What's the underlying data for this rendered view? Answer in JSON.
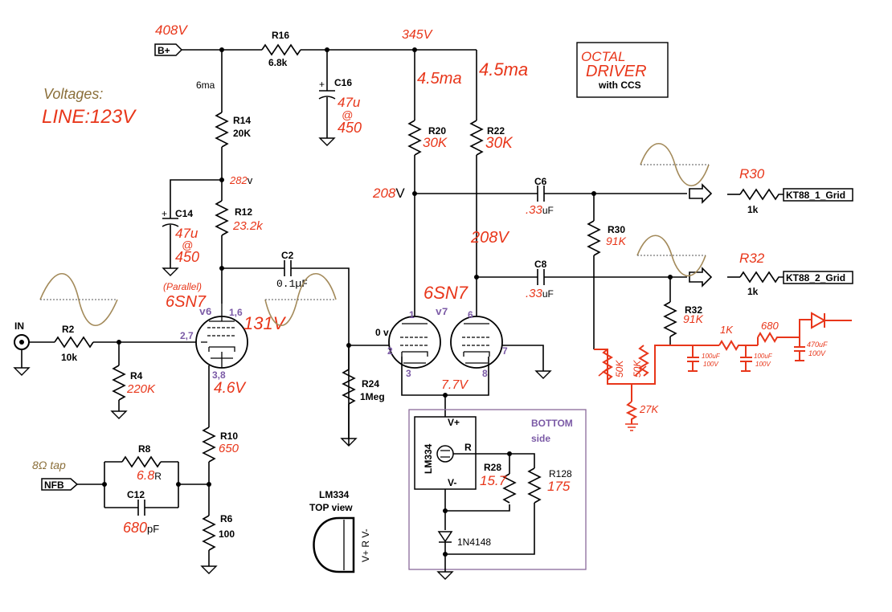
{
  "title": {
    "line1": "OCTAL",
    "line2": "DRIVER",
    "line3": "with CCS"
  },
  "supply": {
    "label": "B+",
    "voltage": "408V",
    "mid_voltage": "345V",
    "current_a": "6ma",
    "current_b": "4.5ma",
    "current_c": "4.5ma"
  },
  "notes": {
    "voltages_heading": "Voltages:",
    "line_voltage": "LINE:123V",
    "tap": "8Ω tap",
    "nfb": "NFB",
    "input": "IN"
  },
  "resistors": {
    "r16": {
      "name": "R16",
      "value": "6.8k"
    },
    "r14": {
      "name": "R14",
      "value": "20K"
    },
    "r12": {
      "name": "R12",
      "value": "23.2k"
    },
    "r20": {
      "name": "R20",
      "value": "30K"
    },
    "r22": {
      "name": "R22",
      "value": "30K"
    },
    "r2": {
      "name": "R2",
      "value": "10k"
    },
    "r4": {
      "name": "R4",
      "value": "220K"
    },
    "r24": {
      "name": "R24",
      "value": "1Meg"
    },
    "r10": {
      "name": "R10",
      "value": "650"
    },
    "r6": {
      "name": "R6",
      "value": "100"
    },
    "r8": {
      "name": "R8",
      "value": "6.8"
    },
    "r8_suffix": "R",
    "r30": {
      "name": "R30",
      "value": "91K"
    },
    "r32": {
      "name": "R32",
      "value": "91K"
    },
    "r28": {
      "name": "R28",
      "value": "15.7"
    },
    "r128": {
      "name": "R128",
      "value": "175"
    },
    "r30_out": {
      "name": "R30",
      "value": "1k"
    },
    "r32_out": {
      "name": "R32",
      "value": "1k"
    }
  },
  "capacitors": {
    "c16": {
      "name": "C16",
      "value_a": "47u",
      "value_b": "@",
      "value_c": "450"
    },
    "c14": {
      "name": "C14",
      "value_a": "47u",
      "value_b": "@",
      "value_c": "450"
    },
    "c2": {
      "name": "C2",
      "value": "0.1µF"
    },
    "c6": {
      "name": "C6",
      "value": ".33",
      "unit": "uF"
    },
    "c8": {
      "name": "C8",
      "value": ".33",
      "unit": "uF"
    },
    "c12": {
      "name": "C12",
      "value": "680",
      "unit": "pF"
    }
  },
  "nodes": {
    "v282": "282",
    "v282_unit": "v",
    "v208a": "208",
    "v208a_unit": "V",
    "v208b": "208V",
    "v131": "131V",
    "v46": "4.6V",
    "v0": "0 v",
    "v77": "7.7V"
  },
  "tubes": {
    "v6": {
      "name": "v6",
      "type": "6SN7",
      "note": "(Parallel)",
      "pin_a": "1,6",
      "pin_g": "2,7",
      "pin_k": "3,8"
    },
    "v7": {
      "name": "v7",
      "type": "6SN7",
      "pin_1": "1",
      "pin_2": "2",
      "pin_3": "3",
      "pin_6": "6",
      "pin_7": "7",
      "pin_8": "8"
    }
  },
  "ccs": {
    "chip": "LM334",
    "vplus": "V+",
    "vminus": "V-",
    "r": "R",
    "diode": "1N4148",
    "bottom_a": "BOTTOM",
    "bottom_b": "side",
    "top_a": "LM334",
    "top_b": "TOP view",
    "pins": "V+ R V-"
  },
  "outputs": {
    "kt88_1": "KT88_1_Grid",
    "kt88_2": "KT88_2_Grid"
  },
  "bias": {
    "pot_a": "50K",
    "pot_b": "50K",
    "r27": "27K",
    "r1k": "1K",
    "r680": "680",
    "c100a": "100uF",
    "c100a_v": "100V",
    "c100b": "100uF",
    "c100b_v": "100V",
    "c470": "470uF",
    "c470_v": "100V"
  },
  "colors": {
    "ink": "#000000",
    "handwriting": "#e8361a",
    "annotation": "#7b5aa6",
    "signal": "#a38a5a"
  }
}
